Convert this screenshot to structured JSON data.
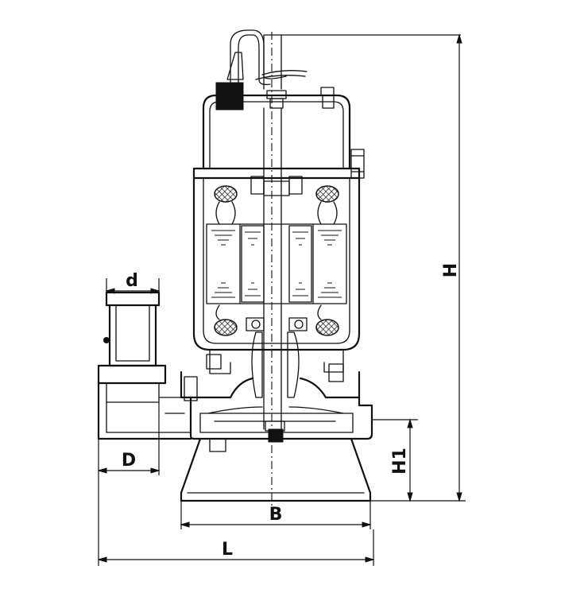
{
  "dimensions": {
    "d": "d",
    "D": "D",
    "H": "H",
    "H1": "H1",
    "B": "B",
    "L": "L"
  }
}
